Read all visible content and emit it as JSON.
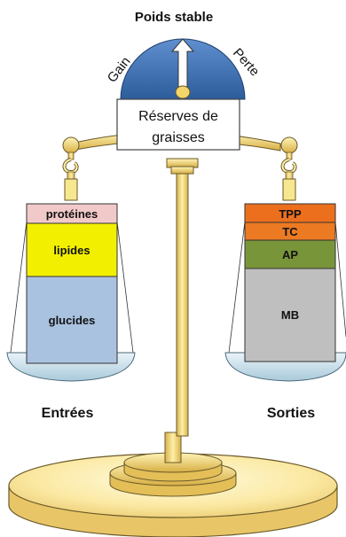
{
  "title": "Poids stable",
  "gauge": {
    "left_label": "Gain",
    "right_label": "Perte"
  },
  "reserve_box": {
    "line1": "Réserves de",
    "line2": "graisses"
  },
  "inputs": {
    "label": "Entrées",
    "blocks": [
      {
        "label": "protéines",
        "color": "#f2c9c9"
      },
      {
        "label": "lipides",
        "color": "#f2f000"
      },
      {
        "label": "glucides",
        "color": "#a9c2e0"
      }
    ]
  },
  "outputs": {
    "label": "Sorties",
    "blocks": [
      {
        "label": "TPP",
        "color": "#ec6f1e"
      },
      {
        "label": "TC",
        "color": "#ec7a22"
      },
      {
        "label": "AP",
        "color": "#79953a"
      },
      {
        "label": "MB",
        "color": "#bfbfbf"
      }
    ]
  },
  "colors": {
    "gold": "#f3d56a",
    "gold_dark": "#c9a23a",
    "gauge_blue": "#3c73b4",
    "pan_blue": "#cfe3ee"
  }
}
